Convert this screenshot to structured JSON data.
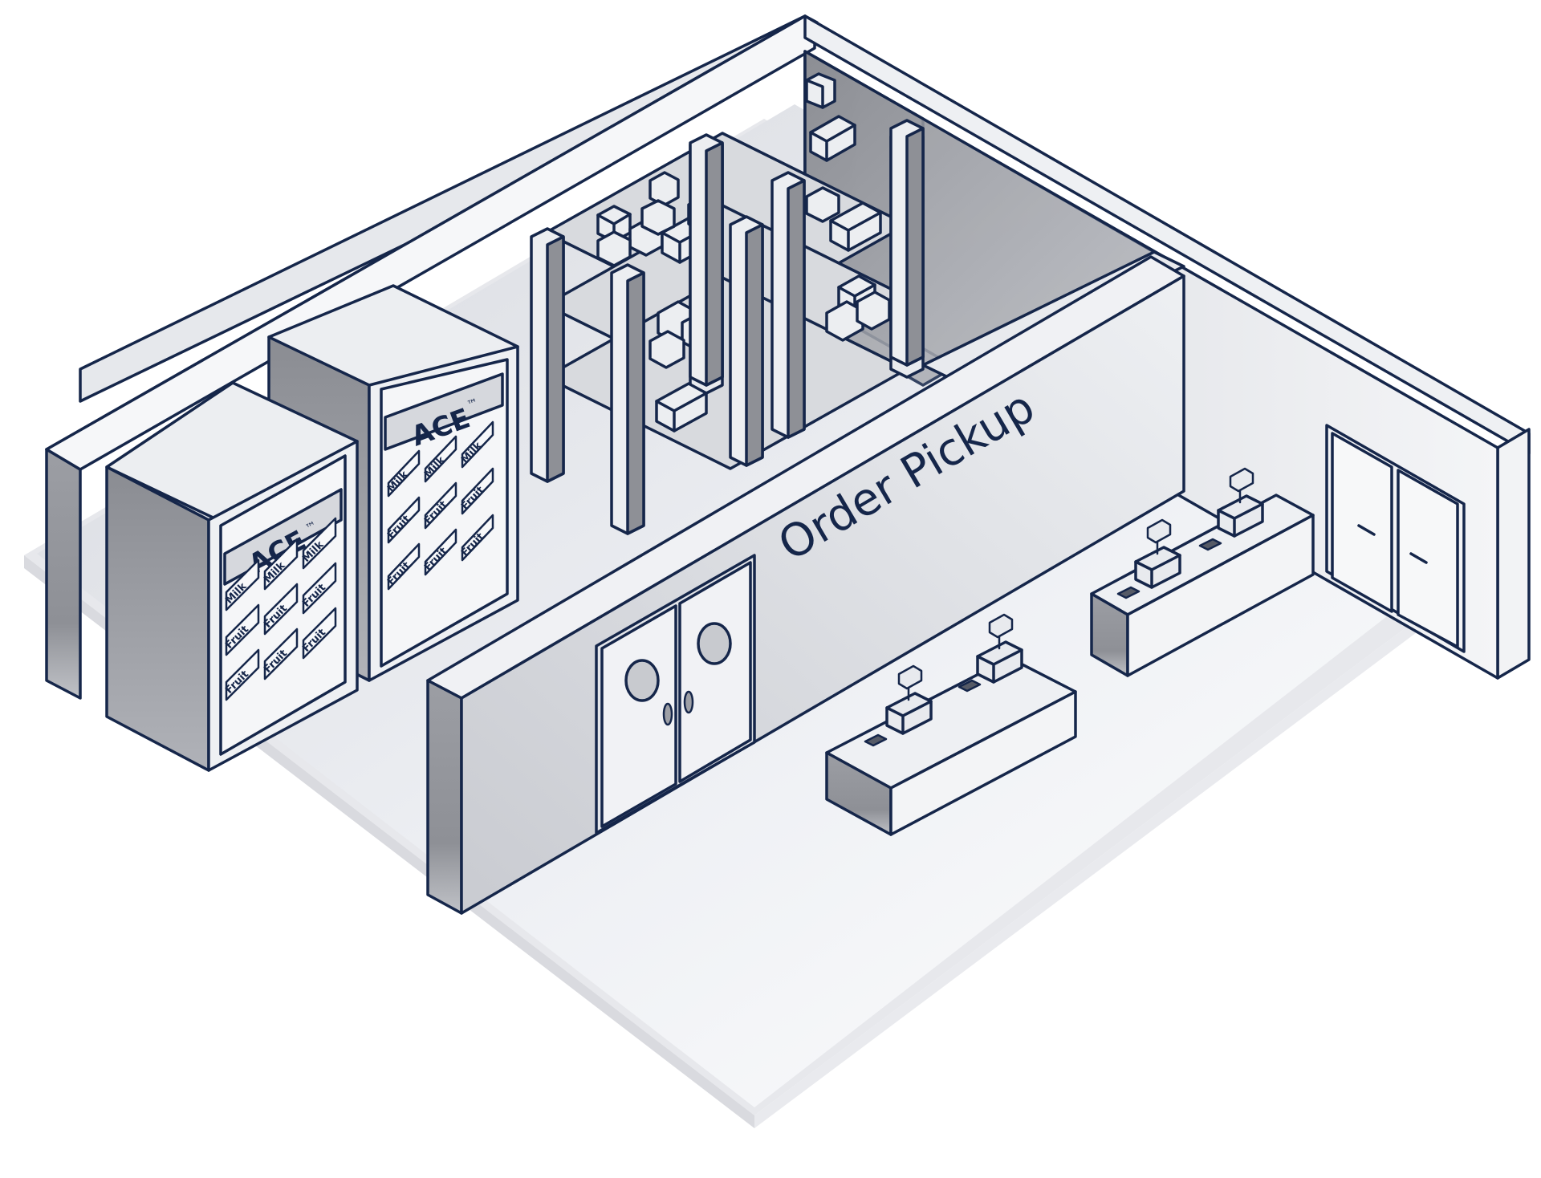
{
  "sign": {
    "order_pickup": "Order Pickup"
  },
  "coolers": [
    {
      "brand": "ACE",
      "trademark": "™",
      "rows": [
        [
          "Milk",
          "Milk",
          "Milk"
        ],
        [
          "Fruit",
          "Fruit",
          "Fruit"
        ],
        [
          "Fruit",
          "Fruit",
          "Fruit"
        ]
      ]
    },
    {
      "brand": "ACE",
      "trademark": "™",
      "rows": [
        [
          "Milk",
          "Milk",
          "Milk"
        ],
        [
          "Fruit",
          "Fruit",
          "Fruit"
        ],
        [
          "Fruit",
          "Fruit",
          "Fruit"
        ]
      ]
    }
  ],
  "colors": {
    "outline": "#15264a",
    "floor": "#eceef2",
    "wall_light": "#e4e6eb",
    "wall_dark": "#9a9ca2",
    "accent_text": "#15264a"
  }
}
